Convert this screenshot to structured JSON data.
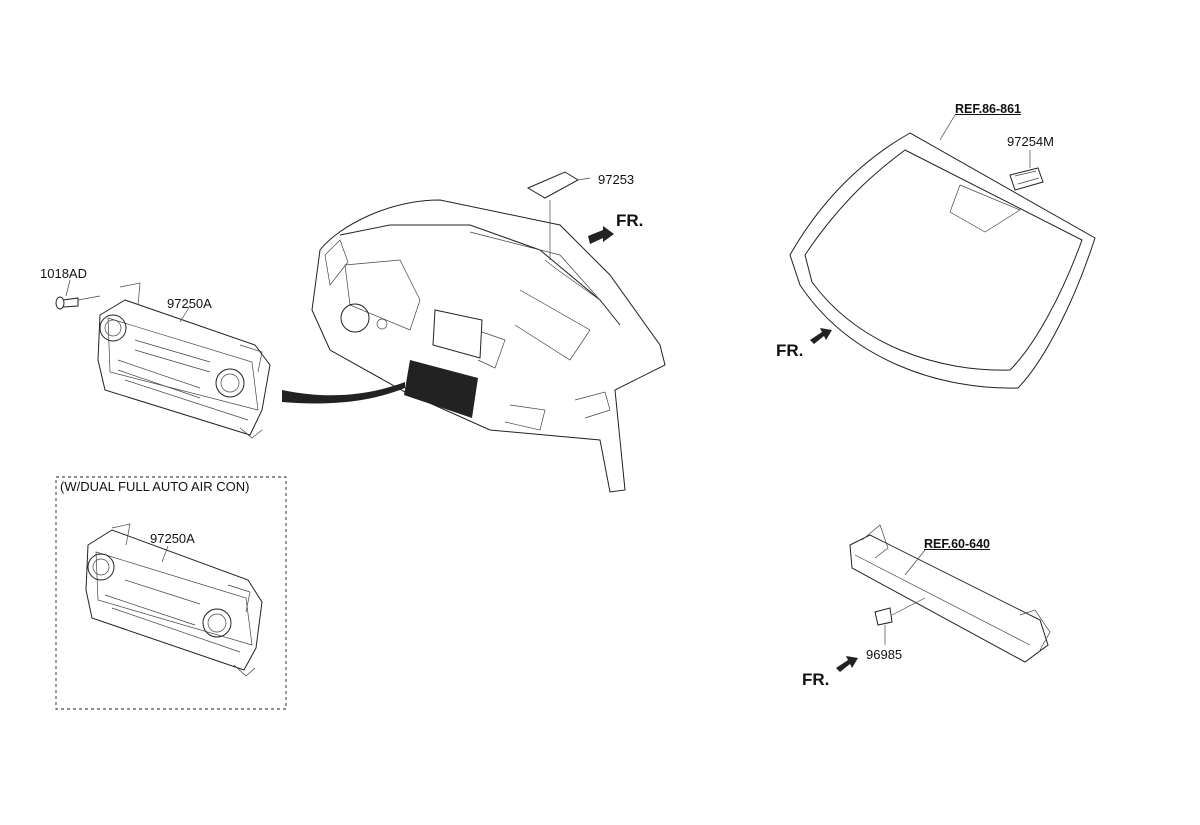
{
  "labels": {
    "screw": "1018AD",
    "control_main": "97250A",
    "control_dual": "97250A",
    "sensor_dash": "97253",
    "sensor_windshield": "97254M",
    "sensor_bumper": "96985",
    "ref_windshield": "REF.86-861",
    "ref_bumper": "REF.60-640",
    "dual_caption": "(W/DUAL FULL AUTO AIR CON)",
    "fr_dash": "FR.",
    "fr_windshield": "FR.",
    "fr_bumper": "FR."
  },
  "colors": {
    "line": "#222222",
    "background": "#ffffff"
  }
}
